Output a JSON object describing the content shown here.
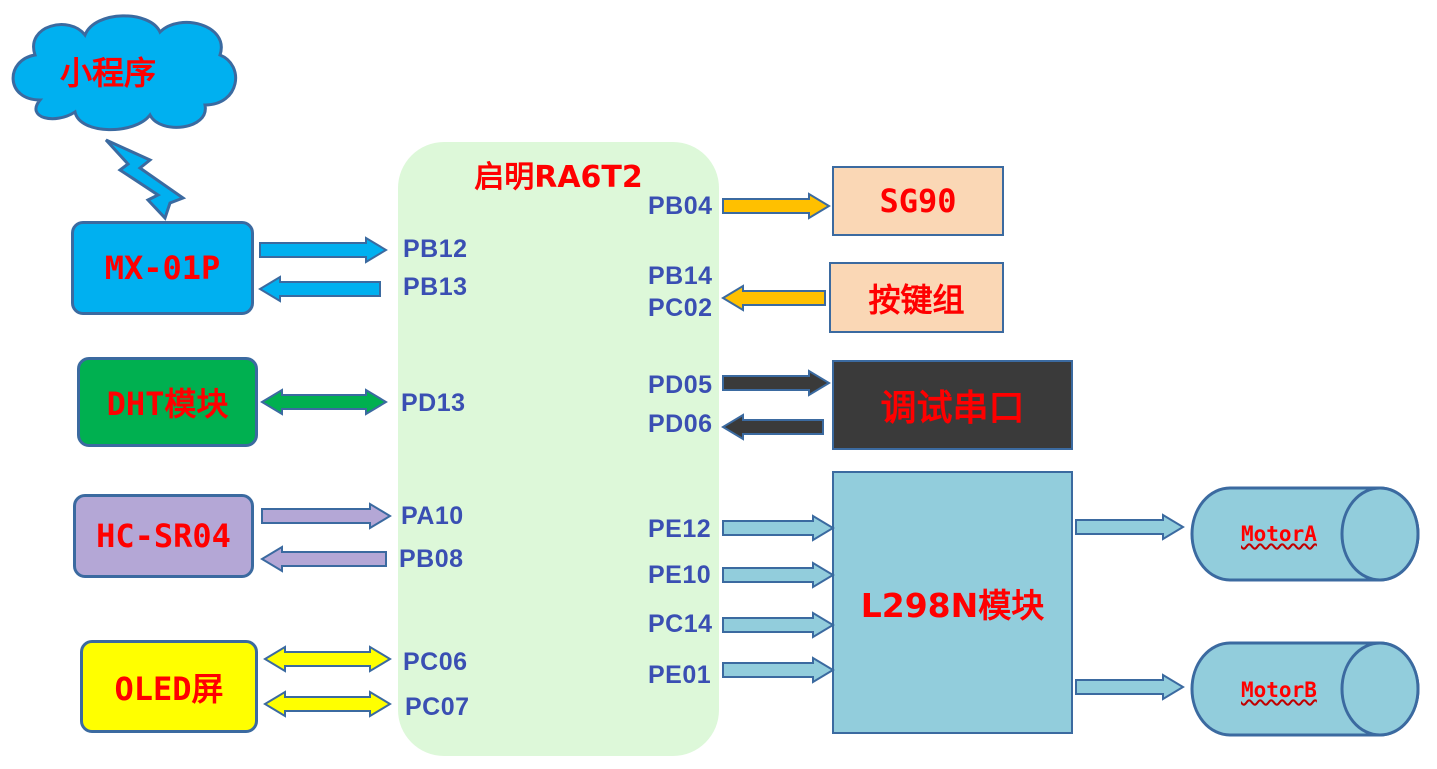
{
  "cloud": {
    "label": "小程序"
  },
  "mcu": {
    "title": "启明RA6T2"
  },
  "modules": {
    "mx01p": "MX-01P",
    "dht": "DHT模块",
    "hcsr04": "HC-SR04",
    "oled": "OLED屏",
    "sg90": "SG90",
    "keys": "按键组",
    "uart": "调试串口",
    "l298n": "L298N模块",
    "motor_a": "MotorA",
    "motor_b": "MotorB"
  },
  "pins": {
    "left": [
      "PB12",
      "PB13",
      "PD13",
      "PA10",
      "PB08",
      "PC06",
      "PC07"
    ],
    "right": [
      "PB04",
      "PB14",
      "PC02",
      "PD05",
      "PD06",
      "PE12",
      "PE10",
      "PC14",
      "PE01"
    ]
  },
  "colors": {
    "mx01p": "#00b0f0",
    "dht": "#00b050",
    "hcsr04": "#b4a7d6",
    "oled": "#ffff00",
    "sg90": "#fad7b5",
    "keys": "#fad7b5",
    "uart": "#3a3a3a",
    "l298n": "#92cddc",
    "motor": "#92cddc",
    "cloud": "#00b0f0",
    "mcu": "#ddf8d9"
  }
}
